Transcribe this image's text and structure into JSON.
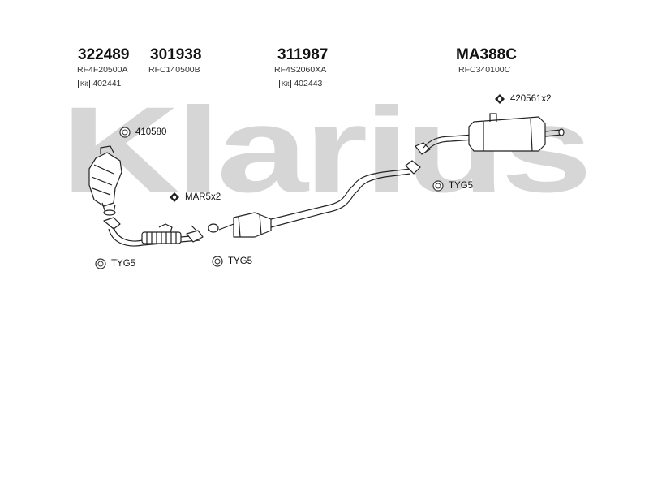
{
  "watermark": {
    "text": "Klarius",
    "color": "#d6d6d6"
  },
  "parts": [
    {
      "part_number": "322489",
      "ref": "RF4F20500A",
      "kit": "402441"
    },
    {
      "part_number": "301938",
      "ref": "RFC140500B",
      "kit": null
    },
    {
      "part_number": "311987",
      "ref": "RF4S2060XA",
      "kit": "402443"
    },
    {
      "part_number": "MA388C",
      "ref": "RFC340100C",
      "kit": null
    }
  ],
  "kit_badge": "Kit",
  "callouts": {
    "hanger_420561": "420561x2",
    "ring_410580": "410580",
    "hanger_mar5": "MAR5x2",
    "ring_tyg5_right": "TYG5",
    "ring_tyg5_left": "TYG5",
    "ring_tyg5_mid": "TYG5"
  },
  "icons": {
    "ring": "ring-gasket-icon",
    "hanger": "rubber-hanger-icon"
  }
}
